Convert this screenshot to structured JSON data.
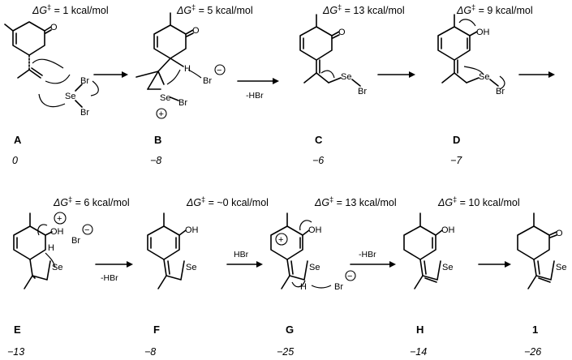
{
  "steps_row1": [
    {
      "prefix": "ΔG",
      "sup": "‡",
      "value": " = 1 kcal/mol"
    },
    {
      "prefix": "ΔG",
      "sup": "‡",
      "value": " = 5 kcal/mol"
    },
    {
      "prefix": "ΔG",
      "sup": "‡",
      "value": " = 13 kcal/mol"
    },
    {
      "prefix": "ΔG",
      "sup": "‡",
      "value": " = 9 kcal/mol"
    }
  ],
  "steps_row2": [
    {
      "prefix": "ΔG",
      "sup": "‡",
      "value": " = 6 kcal/mol"
    },
    {
      "prefix": "ΔG",
      "sup": "‡",
      "value": " = ~0 kcal/mol"
    },
    {
      "prefix": "ΔG",
      "sup": "‡",
      "value": " = 13 kcal/mol"
    },
    {
      "prefix": "ΔG",
      "sup": "‡",
      "value": " = 10 kcal/mol"
    }
  ],
  "compounds": [
    {
      "label": "A",
      "energy": "0"
    },
    {
      "label": "B",
      "energy": "−8"
    },
    {
      "label": "C",
      "energy": "−6"
    },
    {
      "label": "D",
      "energy": "−7"
    },
    {
      "label": "E",
      "energy": "−13"
    },
    {
      "label": "F",
      "energy": "−8"
    },
    {
      "label": "G",
      "energy": "−25"
    },
    {
      "label": "H",
      "energy": "−14"
    },
    {
      "label": "1",
      "energy": "−26"
    }
  ],
  "arrow_conditions": {
    "b_to_c": "-HBr",
    "e_to_f": "-HBr",
    "f_to_g": "HBr",
    "g_to_h": "-HBr"
  },
  "atoms": {
    "O": "O",
    "OH": "OH",
    "Se": "Se",
    "Br": "Br",
    "H": "H",
    "plus": "+",
    "minus": "−"
  }
}
